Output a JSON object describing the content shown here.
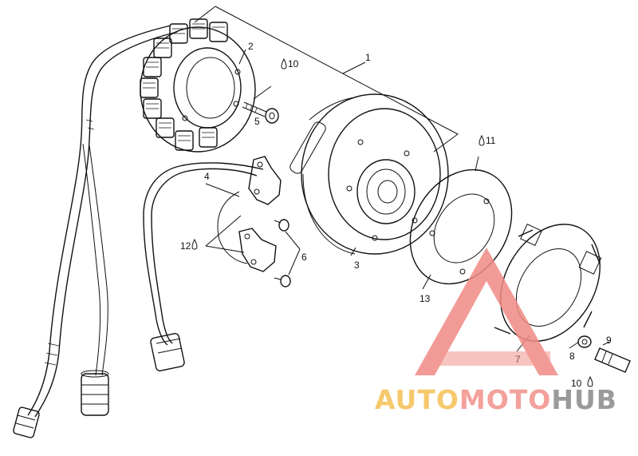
{
  "labels": {
    "l1": "1",
    "l2": "2",
    "l3": "3",
    "l4": "4",
    "l5": "5",
    "l6": "6",
    "l7": "7",
    "l8": "8",
    "l9": "9",
    "l10a": "10",
    "l10b": "10",
    "l11": "11",
    "l12": "12",
    "l13": "13"
  },
  "watermark": {
    "part1": "AUTO",
    "part2": "MOTO",
    "part3": "HUB"
  },
  "colors": {
    "logo_triangle": "#f08a84",
    "logo_yellow": "#f6c96d",
    "logo_red": "#f4a09b",
    "logo_gray": "#9a9a9a"
  }
}
